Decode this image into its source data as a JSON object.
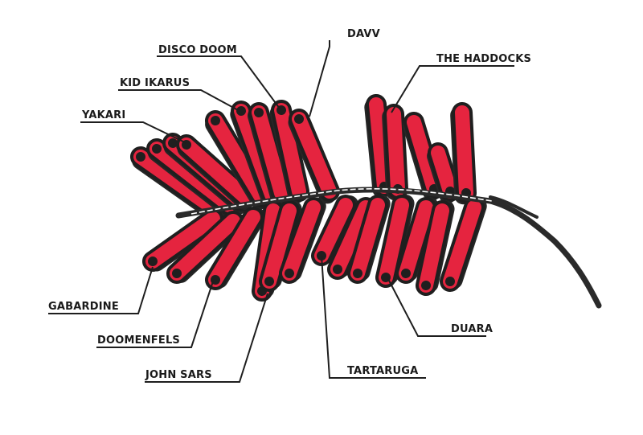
{
  "diagram": {
    "labels": {
      "davv": "DAVV",
      "disco_doom": "DISCO DOOM",
      "the_haddocks": "THE HADDOCKS",
      "kid_ikarus": "KID IKARUS",
      "yakari": "YAKARI",
      "gabardine": "GABARDINE",
      "doomenfels": "DOOMENFELS",
      "john_sars": "JOHN SARS",
      "tartaruga": "TARTARUGA",
      "duara": "DUARA"
    },
    "colors": {
      "firecracker": "#e5243f",
      "outline": "#1f1f1f",
      "fuse": "#2a2a2a",
      "background": "#ffffff"
    }
  }
}
